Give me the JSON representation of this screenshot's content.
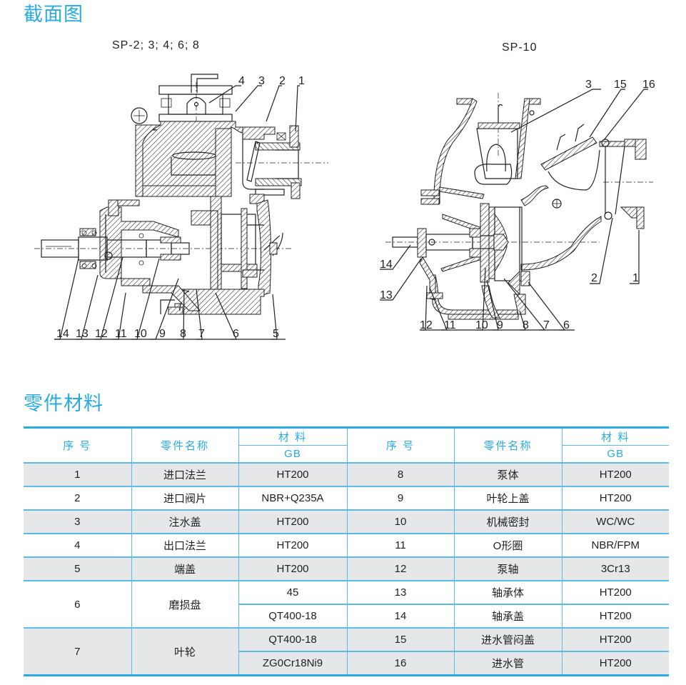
{
  "section_titles": {
    "cross_section": "截面图",
    "parts_materials": "零件材料"
  },
  "drawings": [
    {
      "model": "SP-2; 3; 4; 6; 8",
      "callouts": [
        "1",
        "2",
        "3",
        "4",
        "5",
        "6",
        "7",
        "8",
        "9",
        "10",
        "11",
        "12",
        "13",
        "14"
      ]
    },
    {
      "model": "SP-10",
      "callouts": [
        "1",
        "2",
        "3",
        "6",
        "7",
        "8",
        "9",
        "10",
        "11",
        "12",
        "13",
        "14",
        "15",
        "16"
      ]
    }
  ],
  "table": {
    "headers": {
      "no": "序 号",
      "name": "零件名称",
      "material": "材 料",
      "standard": "GB"
    },
    "left": [
      {
        "no": "1",
        "name": "进口法兰",
        "materials": [
          "HT200"
        ]
      },
      {
        "no": "2",
        "name": "进口阀片",
        "materials": [
          "NBR+Q235A"
        ]
      },
      {
        "no": "3",
        "name": "注水盖",
        "materials": [
          "HT200"
        ]
      },
      {
        "no": "4",
        "name": "出口法兰",
        "materials": [
          "HT200"
        ]
      },
      {
        "no": "5",
        "name": "端盖",
        "materials": [
          "HT200"
        ]
      },
      {
        "no": "6",
        "name": "磨损盘",
        "materials": [
          "45",
          "QT400-18"
        ]
      },
      {
        "no": "7",
        "name": "叶轮",
        "materials": [
          "QT400-18",
          "ZG0Cr18Ni9"
        ]
      }
    ],
    "right": [
      {
        "no": "8",
        "name": "泵体",
        "material": "HT200"
      },
      {
        "no": "9",
        "name": "叶轮上盖",
        "material": "HT200"
      },
      {
        "no": "10",
        "name": "机械密封",
        "material": "WC/WC"
      },
      {
        "no": "11",
        "name": "O形圈",
        "material": "NBR/FPM"
      },
      {
        "no": "12",
        "name": "泵轴",
        "material": "3Cr13"
      },
      {
        "no": "13",
        "name": "轴承体",
        "material": "HT200"
      },
      {
        "no": "14",
        "name": "轴承盖",
        "material": "HT200"
      },
      {
        "no": "15",
        "name": "进水管闷盖",
        "material": "HT200"
      },
      {
        "no": "16",
        "name": "进水管",
        "material": "HT200"
      }
    ]
  },
  "colors": {
    "accent": "#29abe2",
    "row_shade": "#e6e7e8",
    "text": "#231f20"
  }
}
